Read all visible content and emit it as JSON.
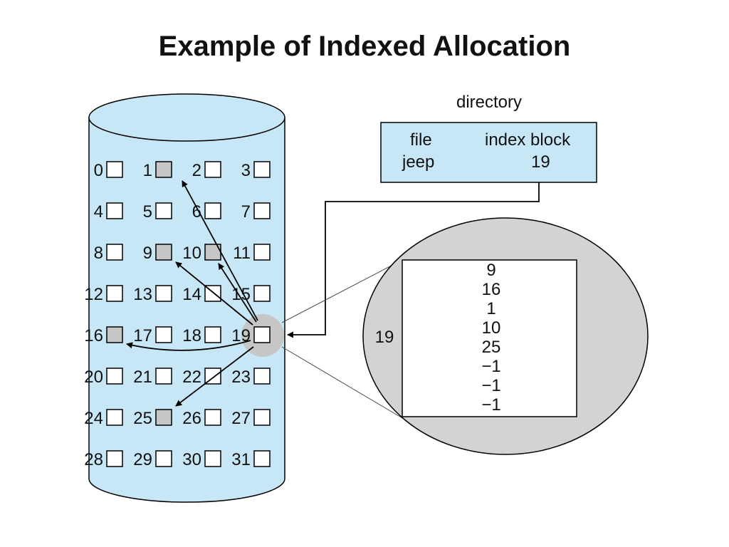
{
  "title": "Example of Indexed Allocation",
  "directory": {
    "label": "directory",
    "col_file": "file",
    "col_index": "index block",
    "file_name": "jeep",
    "index_value": "19"
  },
  "disk": {
    "blocks": [
      "0",
      "1",
      "2",
      "3",
      "4",
      "5",
      "6",
      "7",
      "8",
      "9",
      "10",
      "11",
      "12",
      "13",
      "14",
      "15",
      "16",
      "17",
      "18",
      "19",
      "20",
      "21",
      "22",
      "23",
      "24",
      "25",
      "26",
      "27",
      "28",
      "29",
      "30",
      "31"
    ],
    "allocated_blocks": [
      1,
      9,
      10,
      16,
      25
    ],
    "index_block": 19
  },
  "magnifier": {
    "block_label": "19",
    "entries": [
      "9",
      "16",
      "1",
      "10",
      "25",
      "−1",
      "−1",
      "−1"
    ]
  },
  "colors": {
    "title": "#1b6ca8",
    "cylinder_fill": "#c8e7f6",
    "directory_fill": "#c8e7f6",
    "allocated_fill": "#c6c6c6",
    "highlight_fill": "#c6c6c6",
    "magnifier_fill": "#d3d3d3",
    "block_fill": "#ffffff"
  }
}
